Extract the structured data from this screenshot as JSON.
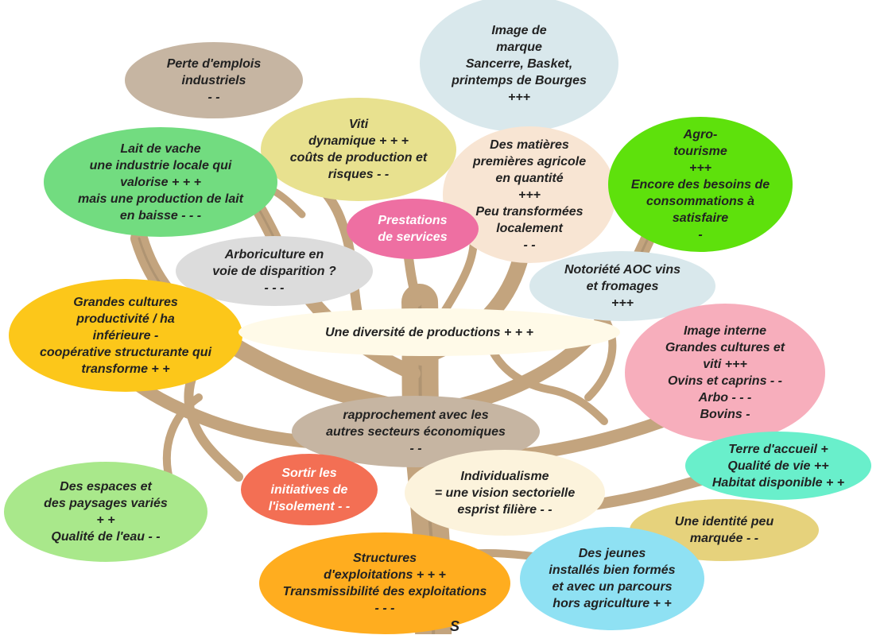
{
  "colors": {
    "brown": "#c6b5a2",
    "light_blue": "#d9e8ec",
    "yellow": "#e8e18f",
    "peach": "#f8e5d3",
    "bright_green": "#5ee10c",
    "green": "#72dc80",
    "pink": "#ee6fa2",
    "grey": "#dcdcdc",
    "orange_yellow": "#fcc71a",
    "pale_cream": "#fffae8",
    "rose": "#f7aebc",
    "cream": "#fcf3dc",
    "red": "#f36f54",
    "light_green": "#a9e88b",
    "aqua": "#69efcb",
    "khaki": "#e6d27c",
    "orange": "#ffad1f",
    "cyan": "#8fe1f3",
    "branch": "#c3a47e",
    "branch_dark": "#9c8366"
  },
  "bubbles": [
    {
      "id": "perte-emplois",
      "text": "Perte d'emplois\nindustriels\n- -",
      "color": "#c6b5a2"
    },
    {
      "id": "image-marque",
      "text": "Image de\nmarque\nSancerre, Basket,\nprintemps de Bourges\n+++",
      "color": "#d9e8ec"
    },
    {
      "id": "viti",
      "text": "Viti\ndynamique + + +\ncoûts de production et\nrisques - -",
      "color": "#e8e18f"
    },
    {
      "id": "matieres-premieres",
      "text": "Des matières\npremières agricole\nen quantité\n+++\nPeu transformées\nlocalement\n- -",
      "color": "#f8e5d3"
    },
    {
      "id": "agro-tourisme",
      "text": "Agro-\ntourisme\n+++\nEncore des besoins de\nconsommations à\nsatisfaire\n-",
      "color": "#5ee10c"
    },
    {
      "id": "lait-vache",
      "text": "Lait de vache\nune industrie locale qui\nvalorise + + +\nmais une production de lait\nen baisse - - -",
      "color": "#72dc80"
    },
    {
      "id": "prestations",
      "text": "Prestations\nde services",
      "color": "#ee6fa2"
    },
    {
      "id": "arboriculture",
      "text": "Arboriculture en\nvoie de disparition ?\n- - -",
      "color": "#dcdcdc"
    },
    {
      "id": "notoriete",
      "text": "Notoriété AOC vins\net fromages\n+++",
      "color": "#d9e8ec"
    },
    {
      "id": "grandes-cultures",
      "text": "Grandes cultures\nproductivité / ha\ninférieure -\ncoopérative structurante qui\ntransforme + +",
      "color": "#fcc71a"
    },
    {
      "id": "diversite",
      "text": "Une diversité de productions + + +",
      "color": "#fffae8"
    },
    {
      "id": "image-interne",
      "text": "Image interne\nGrandes cultures et\nviti +++\nOvins et caprins - -\nArbo - - -\nBovins  -",
      "color": "#f7aebc"
    },
    {
      "id": "rapprochement",
      "text": "rapprochement avec les\nautres secteurs économiques\n- -",
      "color": "#c6b5a2"
    },
    {
      "id": "terre-accueil",
      "text": "Terre d'accueil +\nQualité de vie ++\nHabitat disponible + +",
      "color": "#69efcb"
    },
    {
      "id": "sortir",
      "text": "Sortir les\ninitiatives de\nl'isolement - -",
      "color": "#f36f54"
    },
    {
      "id": "individualisme",
      "text": "Individualisme\n= une vision sectorielle\nesprist filière - -",
      "color": "#fcf3dc"
    },
    {
      "id": "espaces",
      "text": "Des espaces et\ndes paysages variés\n+ +\nQualité de l'eau - -",
      "color": "#a9e88b"
    },
    {
      "id": "identite",
      "text": "Une identité peu\nmarquée - -",
      "color": "#e6d27c"
    },
    {
      "id": "structures",
      "text": "Structures\nd'exploitations + + +\nTransmissibilité des exploitations\n- - -",
      "color": "#ffad1f"
    },
    {
      "id": "jeunes",
      "text": "Des jeunes\ninstallés bien formés\net avec un parcours\nhors agriculture + +",
      "color": "#8fe1f3"
    }
  ],
  "stray_text": "S"
}
